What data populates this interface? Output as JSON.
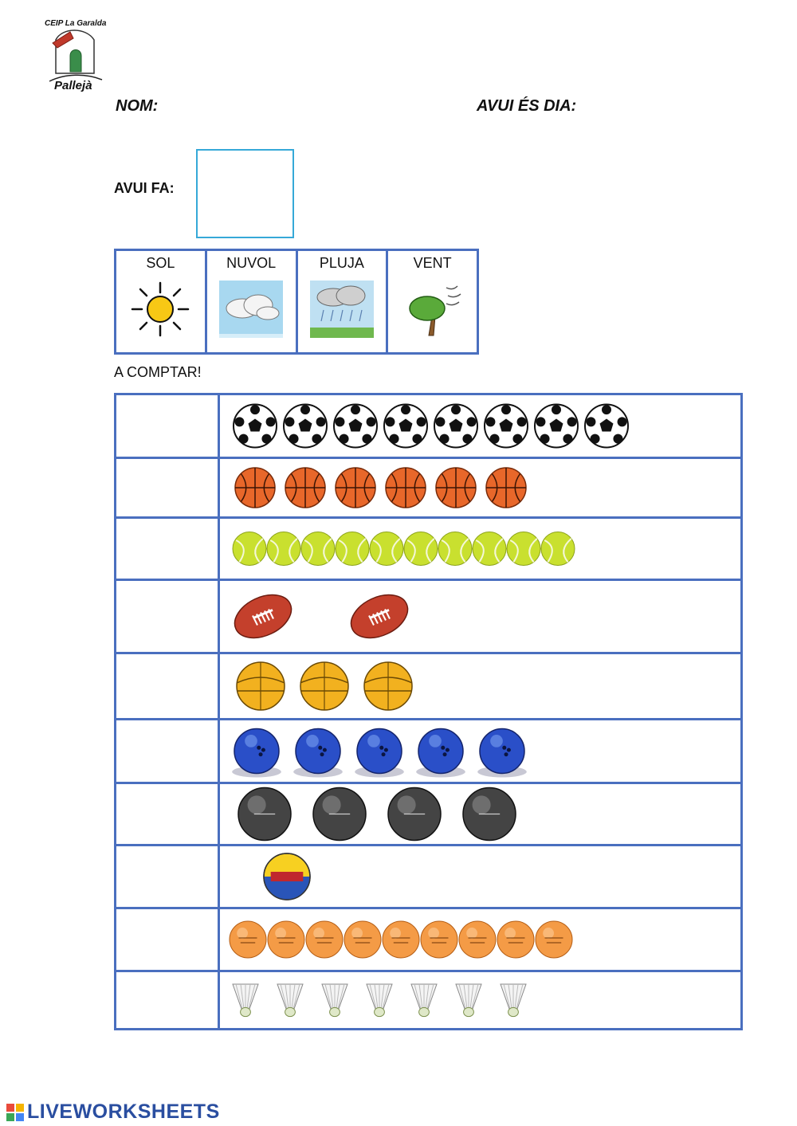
{
  "logo": {
    "school": "CEIP La Garalda",
    "town": "Pallejà"
  },
  "header": {
    "nom_label": "NOM:",
    "dia_label": "AVUI ÉS DIA:",
    "avui_fa_label": "AVUI FA:"
  },
  "weather": [
    {
      "label": "SOL",
      "icon": "sun-icon"
    },
    {
      "label": "NUVOL",
      "icon": "cloud-icon"
    },
    {
      "label": "PLUJA",
      "icon": "rain-icon"
    },
    {
      "label": "VENT",
      "icon": "wind-tree-icon"
    }
  ],
  "count_section": {
    "title": "A COMPTAR!"
  },
  "count_rows": [
    {
      "item": "football-ball-icon",
      "count": 8
    },
    {
      "item": "basketball-icon",
      "count": 6
    },
    {
      "item": "tennis-ball-icon",
      "count": 10
    },
    {
      "item": "rugby-ball-icon",
      "count": 2
    },
    {
      "item": "handball-icon",
      "count": 3
    },
    {
      "item": "bowling-ball-icon",
      "count": 5
    },
    {
      "item": "petanque-ball-icon",
      "count": 4
    },
    {
      "item": "volleyball-icon",
      "count": 1
    },
    {
      "item": "ping-pong-ball-icon",
      "count": 9
    },
    {
      "item": "shuttlecock-icon",
      "count": 7
    }
  ],
  "footer": {
    "brand": "LIVEWORKSHEETS"
  },
  "colors": {
    "table_border": "#4a6fbf",
    "answer_box": "#36a9d8",
    "footer_text": "#2a4ea0"
  }
}
